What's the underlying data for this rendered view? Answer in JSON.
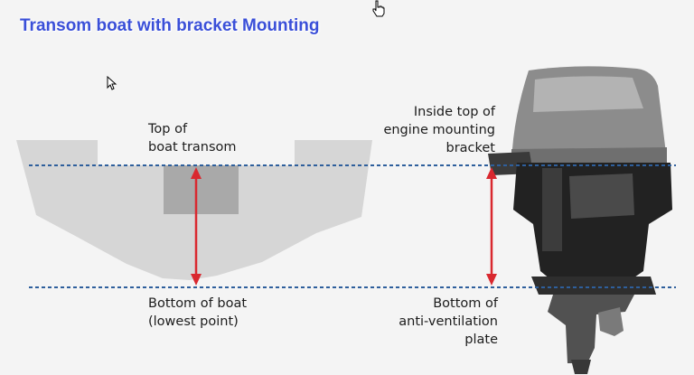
{
  "title": "Transom boat with bracket Mounting",
  "labels": {
    "top_transom": [
      "Top of",
      "boat transom"
    ],
    "bottom_boat": [
      "Bottom of boat",
      "(lowest point)"
    ],
    "bracket_top": [
      "Inside top of",
      "engine mounting",
      "bracket"
    ],
    "anti_vent": [
      "Bottom of",
      "anti-ventilation",
      "plate"
    ]
  },
  "icons": {
    "cursor_hand": "hand-pointer-icon",
    "cursor_arrow": "arrow-pointer-icon"
  },
  "colors": {
    "title": "#3a4fd8",
    "dashed_line": "#2e5f9c",
    "arrow": "#d9282f",
    "hull": "#d6d6d6",
    "transom": "#a9a9a9",
    "engine_dark": "#262626",
    "cowling": "#8a8a8a",
    "background": "#f4f4f4"
  }
}
